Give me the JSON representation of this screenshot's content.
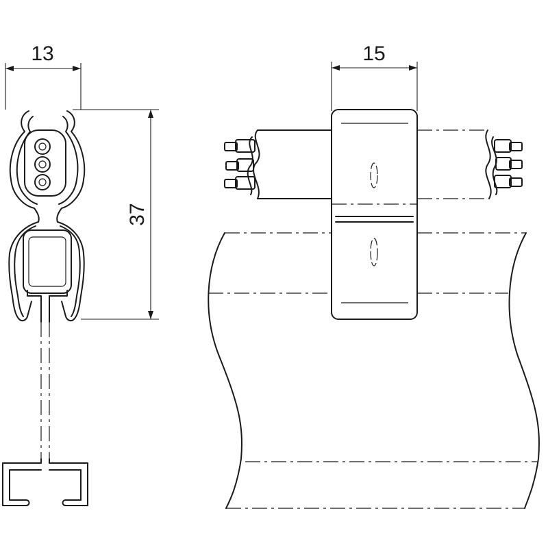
{
  "dimensions": {
    "side_width": "13",
    "side_height": "37",
    "front_width": "15"
  },
  "colors": {
    "line": "#1a1a1a",
    "background": "#ffffff"
  }
}
